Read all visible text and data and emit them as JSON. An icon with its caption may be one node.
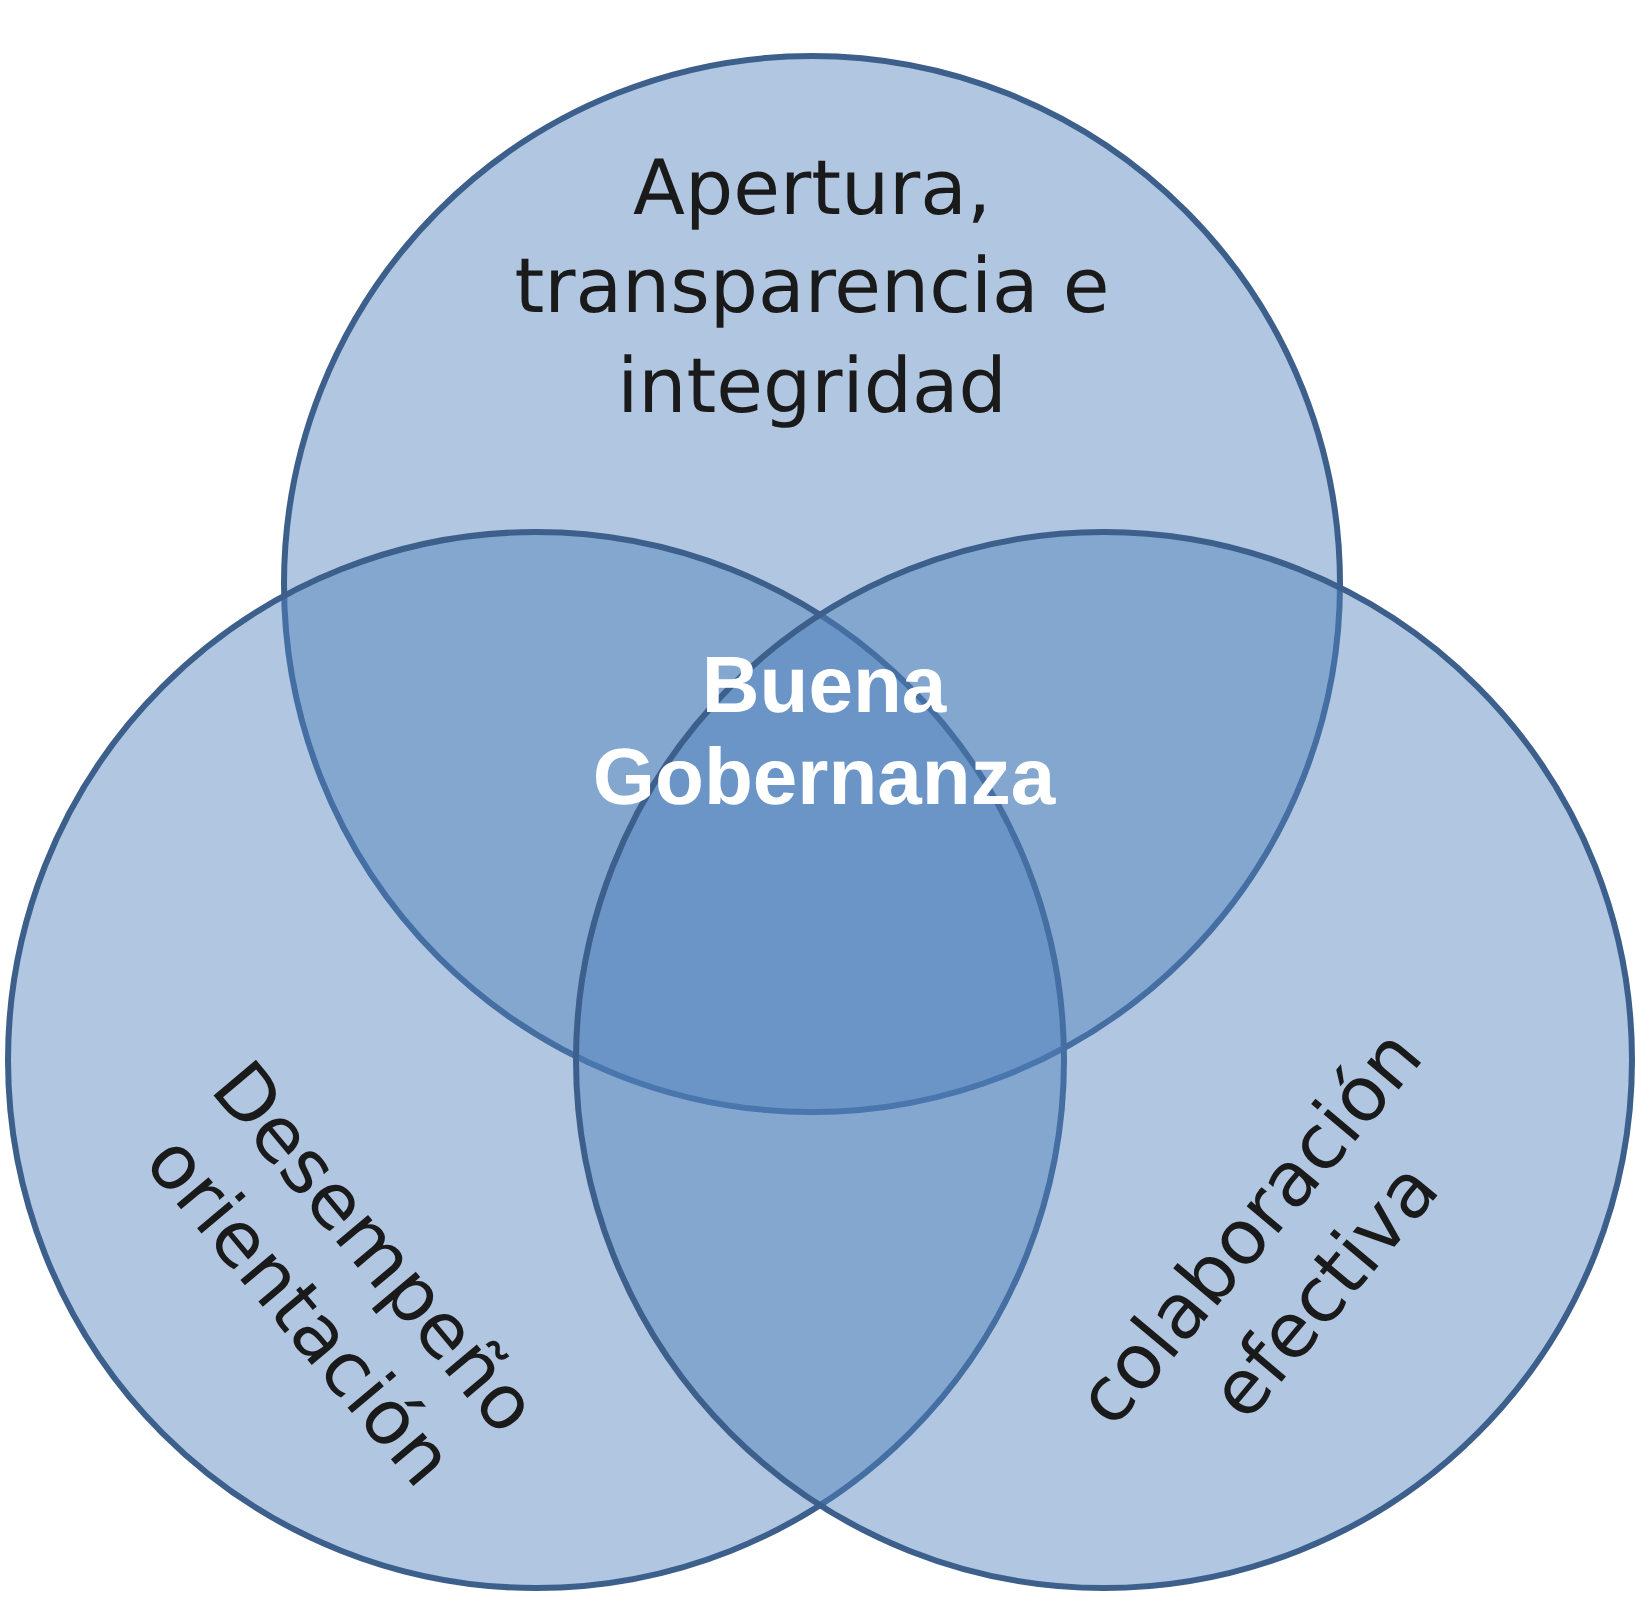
{
  "diagram": {
    "nodes": [
      {
        "text": [
          "Apertura, transparencia e integridad"
        ]
      },
      {
        "text": [
          "Desempeño orientación"
        ]
      },
      {
        "text": [
          "colaboración efectiva"
        ]
      }
    ],
    "labels": [
      "Buena Gobernanza"
    ]
  }
}
